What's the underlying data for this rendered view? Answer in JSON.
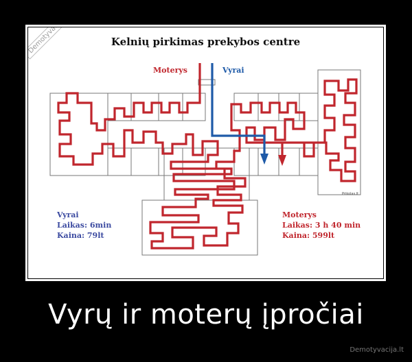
{
  "poster": {
    "title": "Kelnių pirkimas prekybos centre",
    "women_label": "Moterys",
    "men_label": "Vyrai",
    "men_stats": {
      "name": "Vyrai",
      "time": "Laikas: 6min",
      "price": "Kaina: 79lt"
    },
    "women_stats": {
      "name": "Moterys",
      "time": "Laikas: 3 h 40 min",
      "price": "Kaina: 599lt"
    },
    "credit": "Prikolas.lt",
    "watermark": "Demotyvacija.lt"
  },
  "caption": "Vyrų ir moterų įpročiai",
  "site": "Demotyvacija.lt",
  "colors": {
    "women_path": "#c0262d",
    "men_path": "#1e5aa8",
    "walls": "#777777",
    "background": "#000000"
  }
}
